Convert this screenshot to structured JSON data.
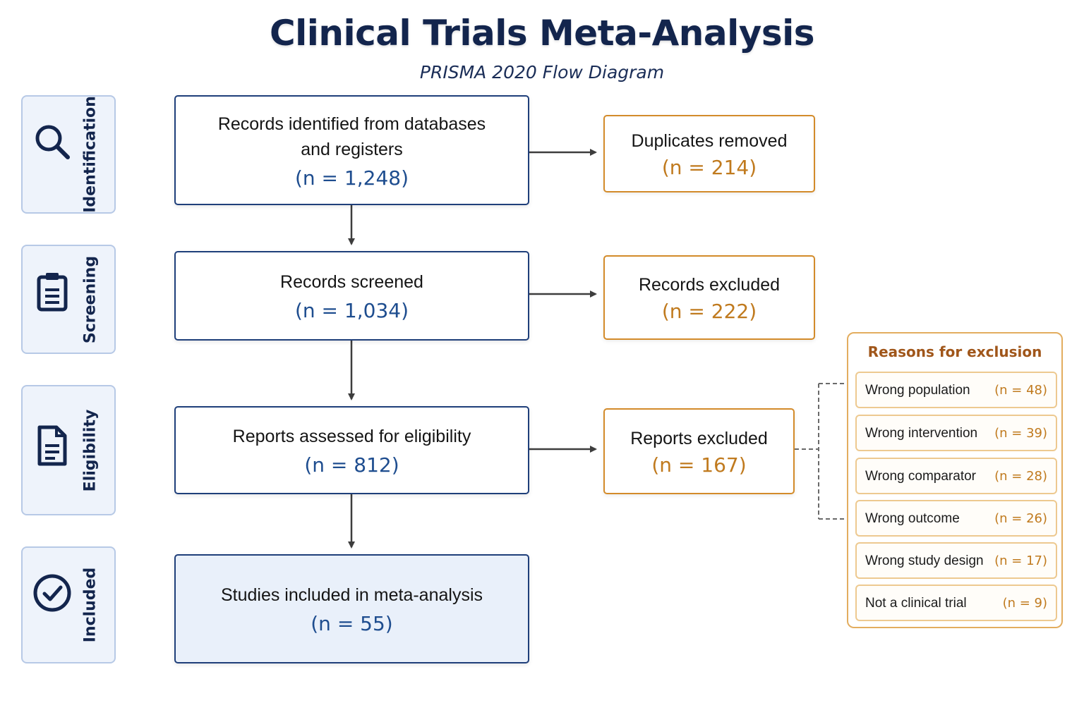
{
  "title": "Clinical Trials Meta-Analysis",
  "subtitle": "PRISMA 2020 Flow Diagram",
  "phases": [
    {
      "label": "Identification",
      "icon": "search-icon"
    },
    {
      "label": "Screening",
      "icon": "clipboard-icon"
    },
    {
      "label": "Eligibility",
      "icon": "document-icon"
    },
    {
      "label": "Included",
      "icon": "check-circle-icon"
    }
  ],
  "flow": [
    {
      "label": "Records identified from databases and registers",
      "count": "(n = 1,248)"
    },
    {
      "label": "Records screened",
      "count": "(n = 1,034)"
    },
    {
      "label": "Reports assessed for eligibility",
      "count": "(n = 812)"
    },
    {
      "label": "Studies included in meta-analysis",
      "count": "(n = 55)"
    }
  ],
  "exclusions": [
    {
      "label": "Duplicates removed",
      "count": "(n = 214)"
    },
    {
      "label": "Records excluded",
      "count": "(n = 222)"
    },
    {
      "label": "Reports excluded",
      "count": "(n = 167)"
    }
  ],
  "reasons": {
    "title": "Reasons for exclusion",
    "items": [
      {
        "label": "Wrong population",
        "count": "(n = 48)"
      },
      {
        "label": "Wrong intervention",
        "count": "(n = 39)"
      },
      {
        "label": "Wrong comparator",
        "count": "(n = 28)"
      },
      {
        "label": "Wrong outcome",
        "count": "(n = 26)"
      },
      {
        "label": "Wrong study design",
        "count": "(n = 17)"
      },
      {
        "label": "Not a clinical trial",
        "count": "(n = 9)"
      }
    ]
  },
  "colors": {
    "navy": "#13254d",
    "flow_border": "#1f3f7a",
    "flow_count": "#1e4d8f",
    "exclusion_border": "#d38b2a",
    "exclusion_count": "#c07a1e",
    "phase_bg": "#eef3fb"
  }
}
